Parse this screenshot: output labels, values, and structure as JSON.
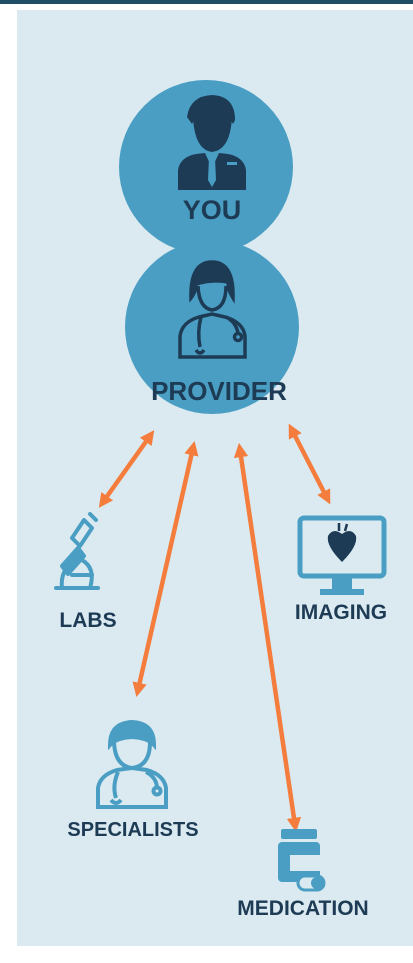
{
  "colors": {
    "panel": "#daeaf0",
    "node": "#4a9ec3",
    "icon_dark": "#1d3b55",
    "label_white": "#ffffff",
    "label_dark": "#1d3b55",
    "icon_blue": "#4a9ec3",
    "arrow": "#f47c3c"
  },
  "nodes": {
    "you": {
      "label": "YOU",
      "icon": "businessman-icon"
    },
    "provider": {
      "label": "PROVIDER",
      "icon": "doctor-female-icon"
    },
    "labs": {
      "label": "LABS",
      "icon": "microscope-icon"
    },
    "imaging": {
      "label": "IMAGING",
      "icon": "monitor-heart-icon"
    },
    "specialists": {
      "label": "SPECIALISTS",
      "icon": "doctor-male-icon"
    },
    "medication": {
      "label": "MEDICATION",
      "icon": "pill-bottle-icon"
    }
  }
}
